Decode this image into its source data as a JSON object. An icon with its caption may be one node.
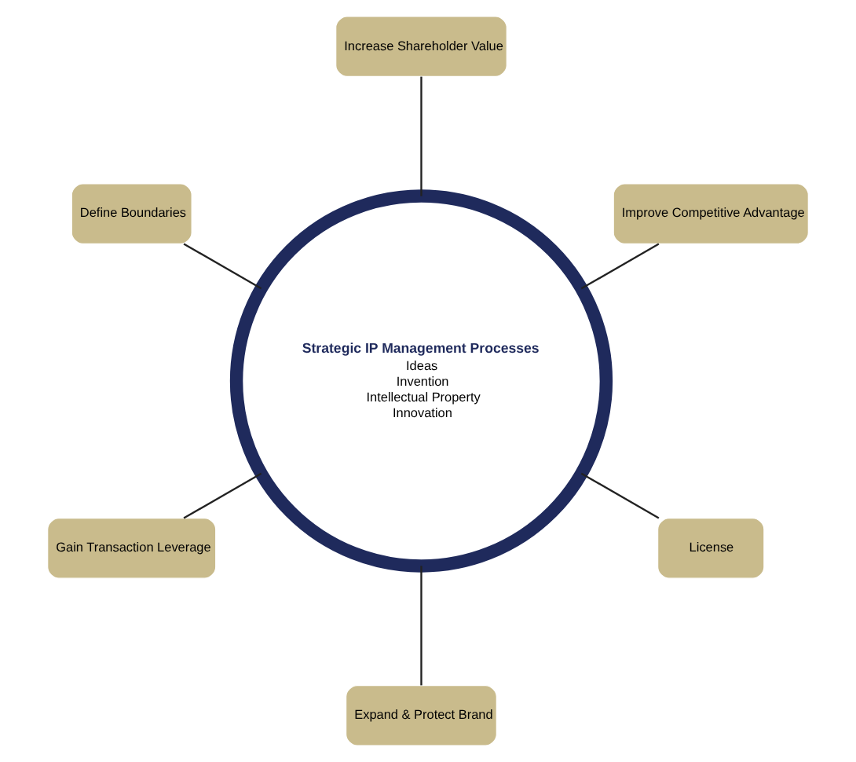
{
  "diagram": {
    "nodes": [
      {
        "text": [
          "Strategic IP Management Processes",
          "Ideas",
          "Invention",
          "Intellectual Property",
          "Innovation"
        ]
      },
      {
        "text": [
          "Improve Competitive Advantage"
        ]
      },
      {
        "text": [
          "Increase Shareholder Value"
        ]
      },
      {
        "text": [
          "Define Boundaries"
        ]
      },
      {
        "text": [
          "Gain Transaction Leverage"
        ]
      },
      {
        "text": [
          "Expand & Protect Brand"
        ]
      },
      {
        "text": [
          "License"
        ]
      }
    ],
    "edges": [
      {
        "from": 0,
        "to": 1,
        "arrow": "none"
      },
      {
        "from": 0,
        "to": 3,
        "arrow": "none"
      },
      {
        "from": 0,
        "to": 5,
        "arrow": "none"
      },
      {
        "from": 0,
        "to": 6,
        "arrow": "none"
      },
      {
        "from": 0,
        "to": 4,
        "arrow": "none"
      },
      {
        "from": 0,
        "to": 2,
        "arrow": "none"
      }
    ]
  }
}
